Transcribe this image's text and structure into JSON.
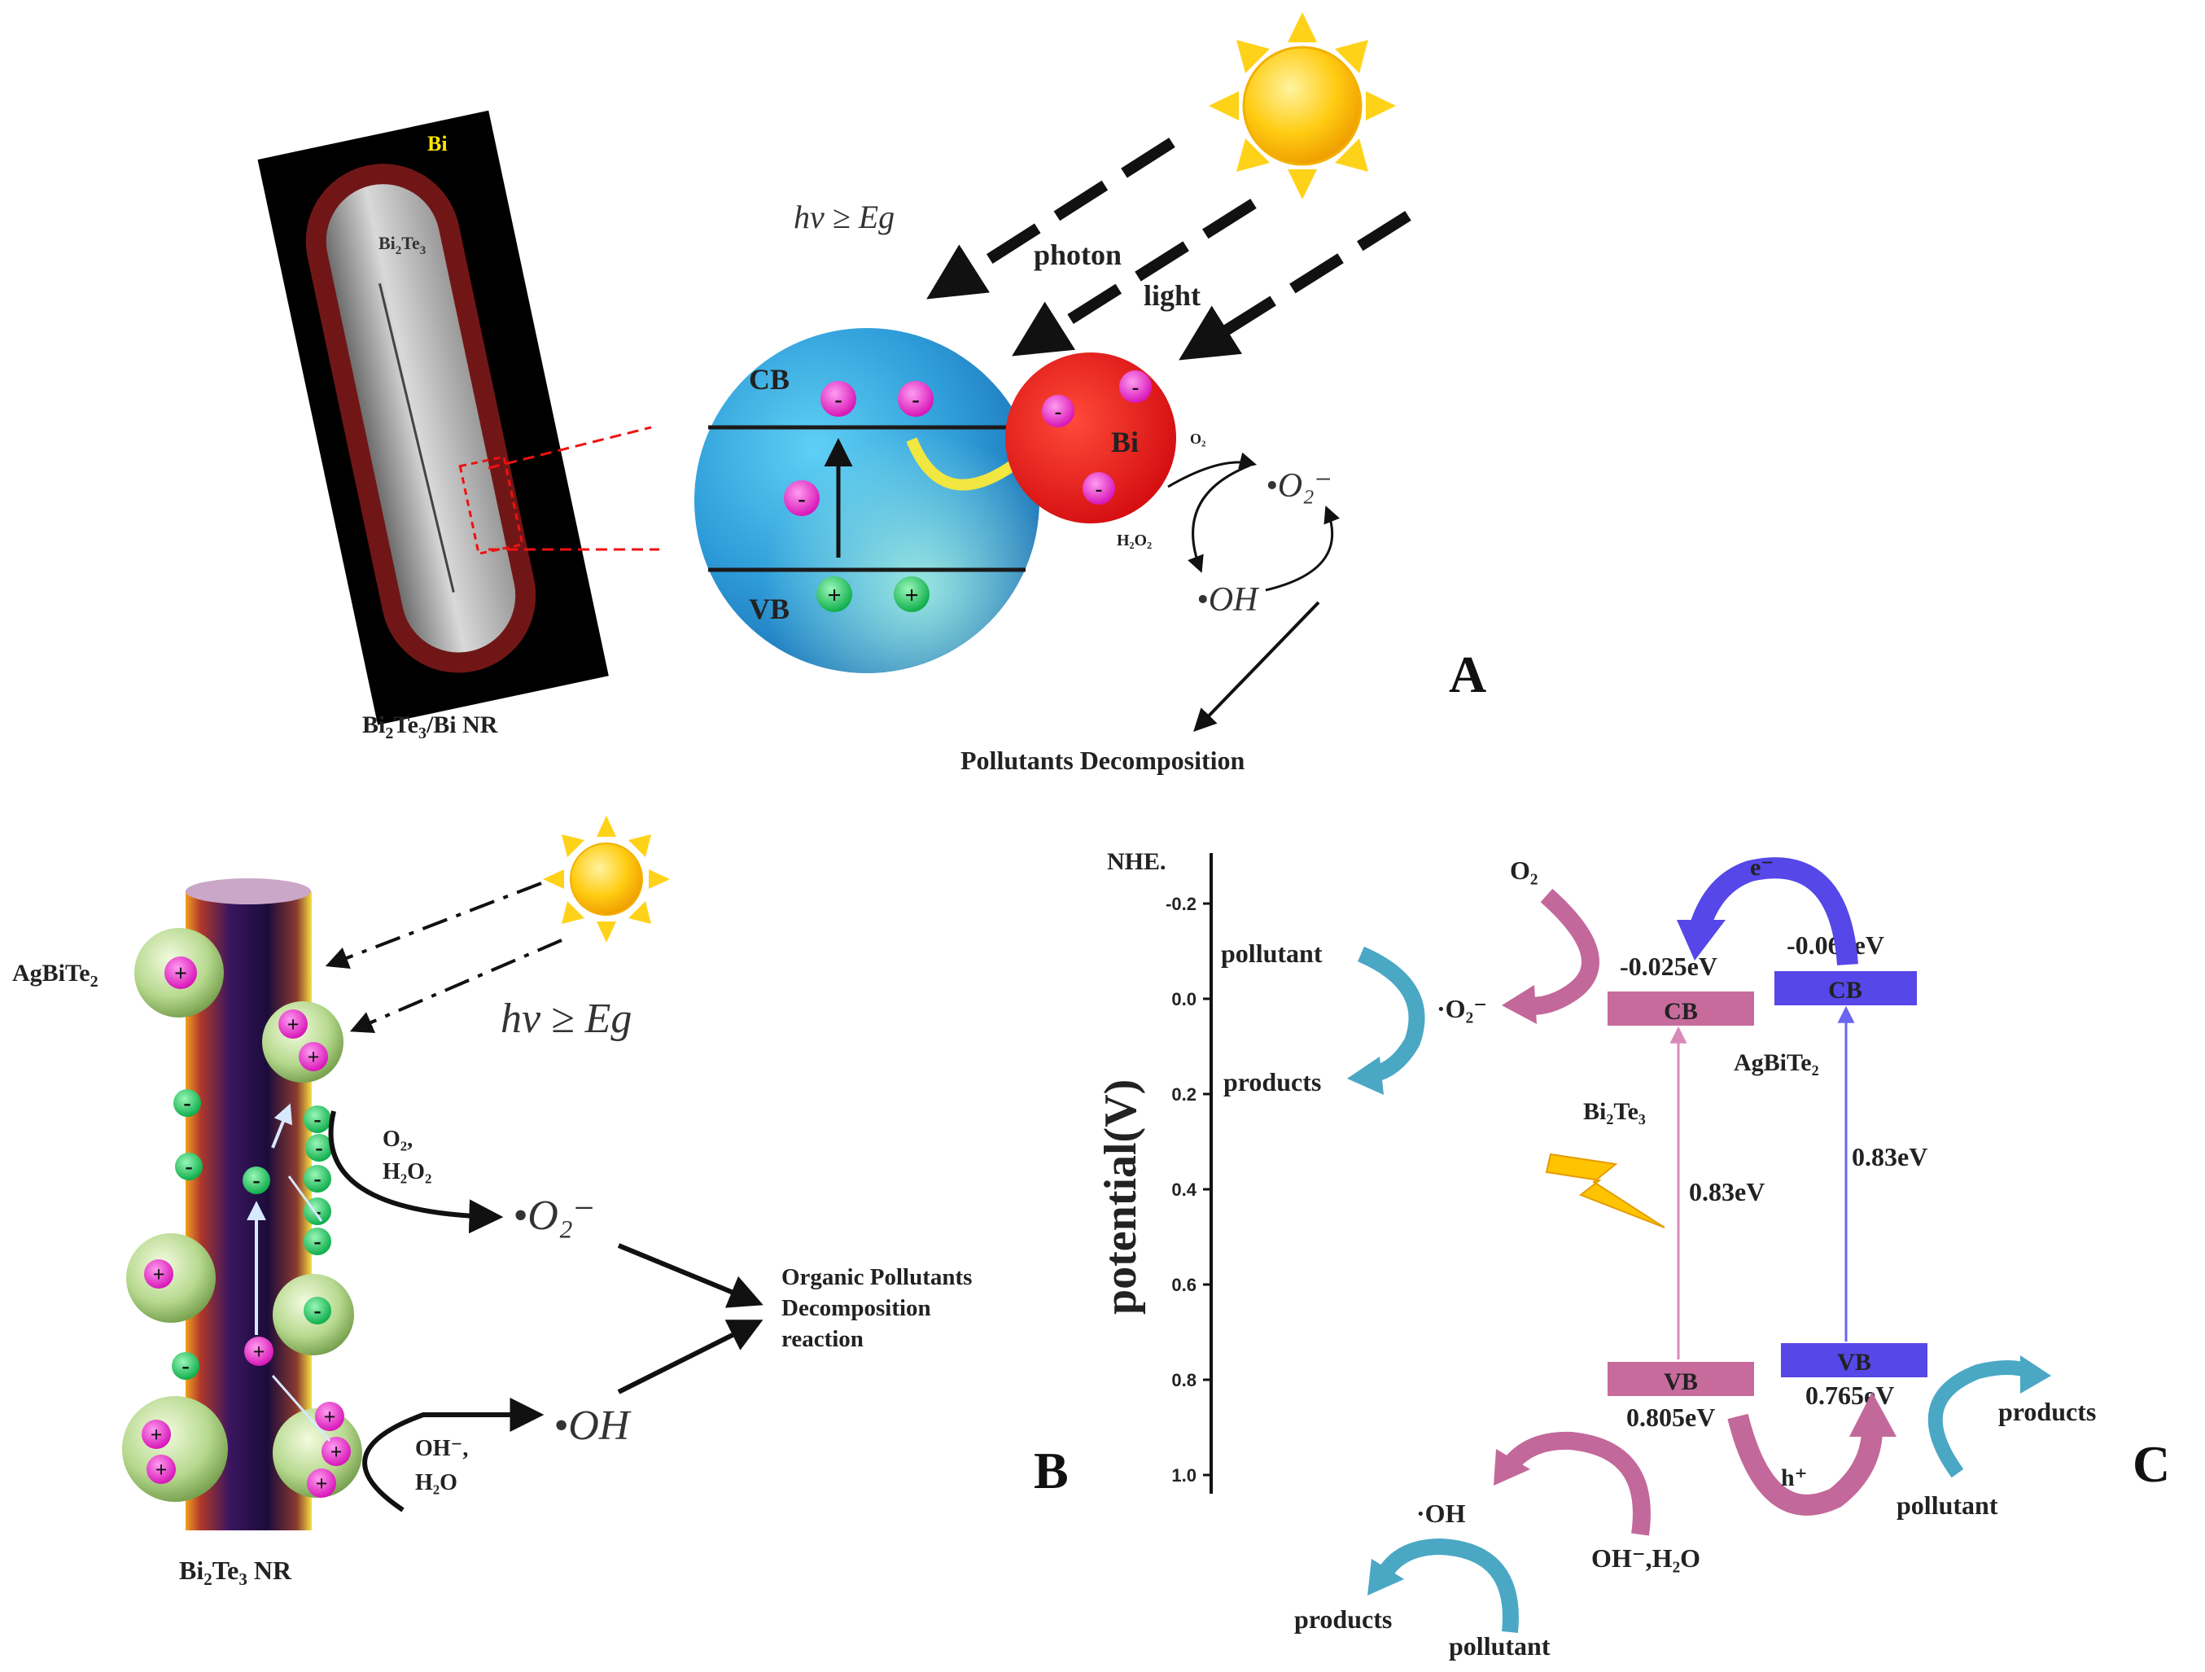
{
  "panel_a": {
    "label": "A",
    "photon": "photon",
    "light": "light",
    "hv": "hν ≥ Eg",
    "cb": "CB",
    "vb": "VB",
    "bi": "Bi",
    "nr_bi": "Bi",
    "nr_core_main": "Bi",
    "nr_core_sub1": "2",
    "nr_core_mid": "Te",
    "nr_core_sub2": "3",
    "nr_caption_1": "Bi",
    "nr_caption_sub1": "2",
    "nr_caption_2": "Te",
    "nr_caption_sub2": "3",
    "nr_caption_3": "/Bi NR",
    "o2": "O₂",
    "h2o2": "H₂O₂",
    "o2_radical": "•O₂⁻",
    "oh_radical": "•OH",
    "decomposition": "Pollutants Decomposition",
    "electron": "-",
    "hole": "+"
  },
  "panel_b": {
    "label": "B",
    "agbite2_a": "AgBiTe",
    "agbite2_sub": "2",
    "hv": "hν ≥ Eg",
    "o2_h2o2_1": "O₂,",
    "o2_h2o2_2": "H₂O₂",
    "oh_h2o_1": "OH⁻,",
    "oh_h2o_2": "H₂O",
    "o2_radical": "•O₂⁻",
    "oh_radical": "•OH",
    "organic_1": "Organic Pollutants",
    "organic_2": "Decomposition",
    "organic_3": "reaction",
    "caption_1": "Bi",
    "caption_sub1": "2",
    "caption_2": "Te",
    "caption_sub2": "3",
    "caption_3": " NR",
    "electron": "-",
    "hole": "+"
  },
  "panel_c": {
    "label": "C",
    "axis_top": "NHE.",
    "ylabel": "potential(V)",
    "ticks": [
      "-0.2",
      "0.0",
      "0.2",
      "0.4",
      "0.6",
      "0.8",
      "1.0"
    ],
    "o2": "O₂",
    "o2_radical": "·O₂⁻",
    "pollutant_top": "pollutant",
    "products_top": "products",
    "e_minus": "e⁻",
    "cb_left_val": "-0.025eV",
    "cb_right_val": "-0.065eV",
    "cb_label": "CB",
    "vb_label": "VB",
    "agbite2": "AgBiTe₂",
    "bi2te3": "Bi₂Te₃",
    "gap_left": "0.83eV",
    "gap_right": "0.83eV",
    "vb_left_val": "0.805eV",
    "vb_right_val": "0.765eV",
    "h_plus": "h⁺",
    "products_right": "products",
    "pollutant_right": "pollutant",
    "oh_radical": "·OH",
    "oh_h2o": "OH⁻,H₂O",
    "products_bottom": "products",
    "pollutant_bottom": "pollutant"
  },
  "colors": {
    "bi2te3_band": "#c76b9c",
    "agbite2_band": "#5547e8",
    "pink_arrow": "#c3689a",
    "blue_arrow": "#4aa8c4",
    "electron": "#e020c0",
    "hole_green": "#18c05a",
    "sun": "#ffc400",
    "bi_red": "#ee1c1c"
  }
}
